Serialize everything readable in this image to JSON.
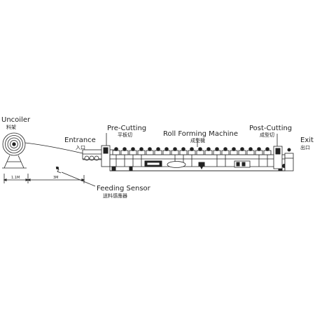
{
  "labels": {
    "uncoiler_en": "Uncoiler",
    "uncoiler_zh": "料架",
    "entrance_en": "Entrance",
    "entrance_zh": "入口",
    "precut_en": "Pre-Cutting",
    "precut_zh": "平板切",
    "rollform_en": "Roll Forming Machine",
    "rollform_zh": "成型機",
    "postcut_en": "Post-Cutting",
    "postcut_zh": "成型切",
    "exit_en": "Exit",
    "exit_zh": "出口",
    "sensor_en": "Feeding Sensor",
    "sensor_zh": "送料感應器"
  },
  "dimensions": {
    "uncoiler_width": "1.1M",
    "feed_gap": "3M"
  },
  "colors": {
    "line": "#222222",
    "background": "#ffffff"
  }
}
